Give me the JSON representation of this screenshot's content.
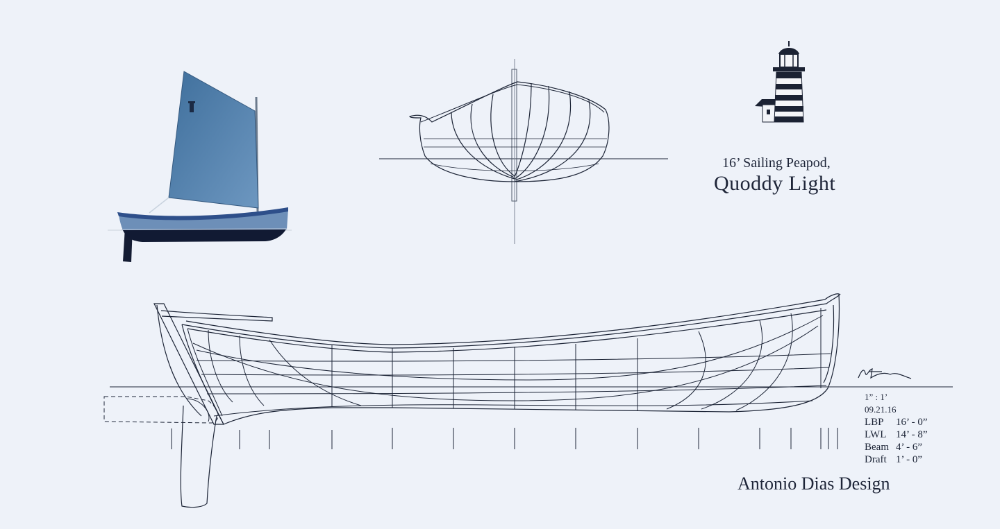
{
  "plan": {
    "subtitle": "16’ Sailing Peapod,",
    "title": "Quoddy Light",
    "scale": "1” : 1’",
    "date": "09.21.16",
    "designer": "Antonio Dias Design",
    "specs": [
      {
        "label": "LBP",
        "value": "16’ - 0”"
      },
      {
        "label": "LWL",
        "value": "14’ - 8”"
      },
      {
        "label": "Beam",
        "value": "4’ - 6”"
      },
      {
        "label": "Draft",
        "value": "1’ - 0”"
      }
    ]
  },
  "colors": {
    "background": "#eef2f9",
    "ink": "#1c2436",
    "sail": "#4f7fa8",
    "hull_top": "#2e4f8a",
    "hull_side": "#6d8fb8",
    "hull_bottom": "#111a33",
    "lighthouse": "#1b2233"
  },
  "icons": [
    "lighthouse-icon",
    "designer-signature-icon"
  ]
}
